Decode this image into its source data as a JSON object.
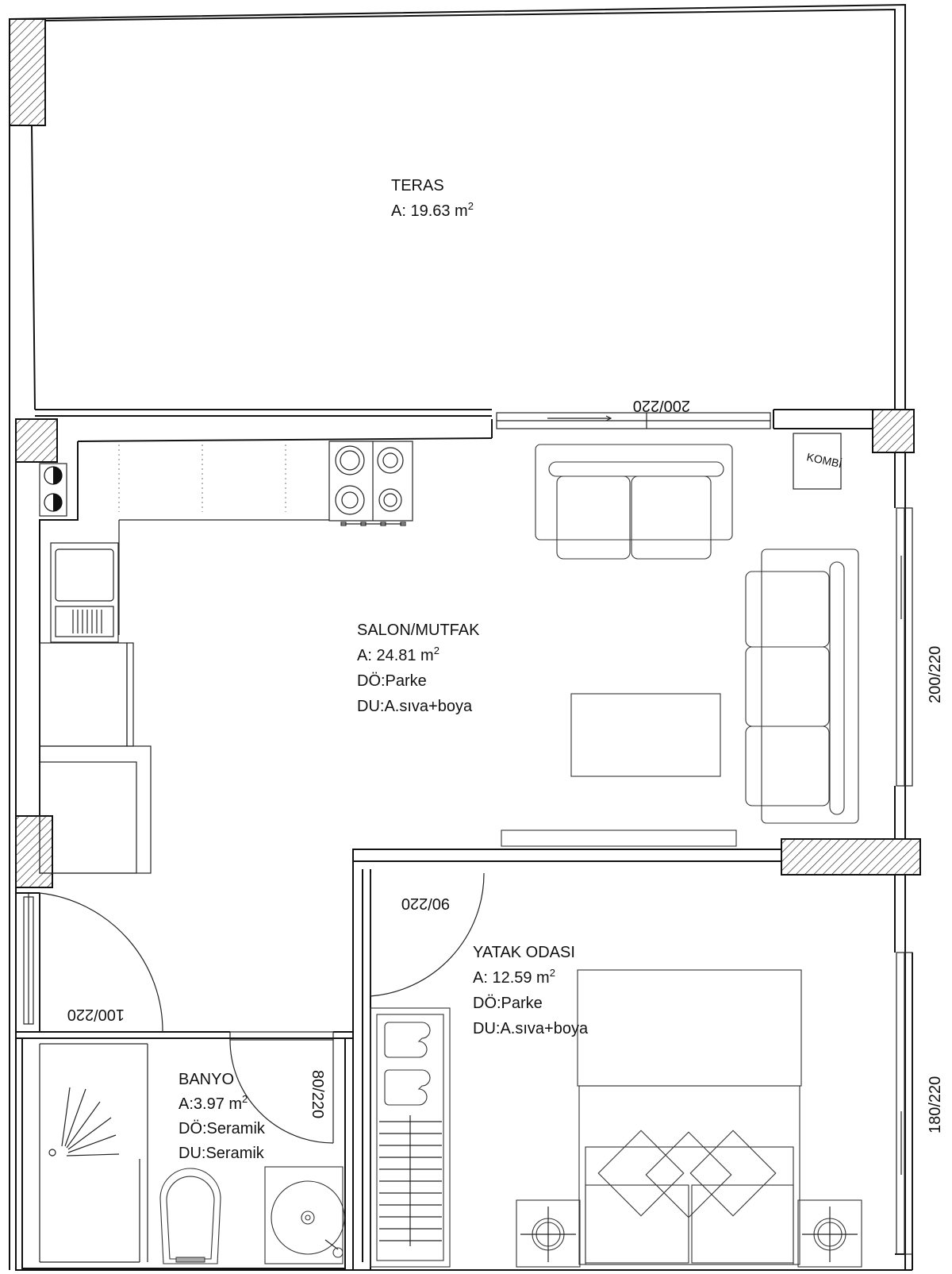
{
  "rooms": {
    "teras": {
      "name": "TERAS",
      "area_label": "A: 19.63 m",
      "sup": "2"
    },
    "salon": {
      "name": "SALON/MUTFAK",
      "area_label": "A: 24.81 m",
      "sup": "2",
      "floor": "DÖ:Parke",
      "wall": "DU:A.sıva+boya"
    },
    "yatak": {
      "name": "YATAK ODASI",
      "area_label": "A: 12.59 m",
      "sup": "2",
      "floor": "DÖ:Parke",
      "wall": "DU:A.sıva+boya"
    },
    "banyo": {
      "name": "BANYO",
      "area_label": "A:3.97 m",
      "sup": "2",
      "floor": "DÖ:Seramik",
      "wall": "DU:Seramik"
    }
  },
  "openings": {
    "teras_door": "200/220",
    "salon_window": "200/220",
    "yatak_window": "180/220",
    "yatak_door": "90/220",
    "entry_door": "100/220",
    "banyo_door": "80/220"
  },
  "fixtures": {
    "kombi": "KOMBİ"
  }
}
